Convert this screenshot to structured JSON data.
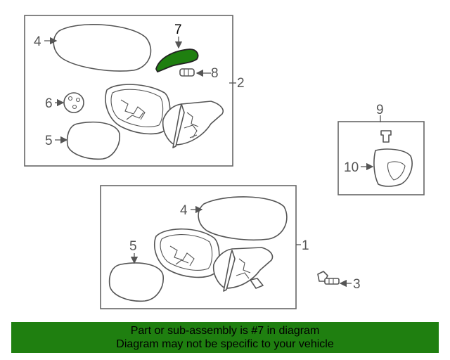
{
  "callouts": {
    "c1": "1",
    "c2": "2",
    "c3": "3",
    "c4a": "4",
    "c4b": "4",
    "c5a": "5",
    "c5b": "5",
    "c6": "6",
    "c7": "7",
    "c8": "8",
    "c9": "9",
    "c10": "10"
  },
  "highlight_part": "7",
  "colors": {
    "highlight": "#1f7f10",
    "banner": "#1f7f10",
    "lines": "#555555"
  },
  "banner": {
    "line1": "Part or sub-assembly is #7 in diagram",
    "line2": "Diagram may not be specific to your vehicle"
  }
}
